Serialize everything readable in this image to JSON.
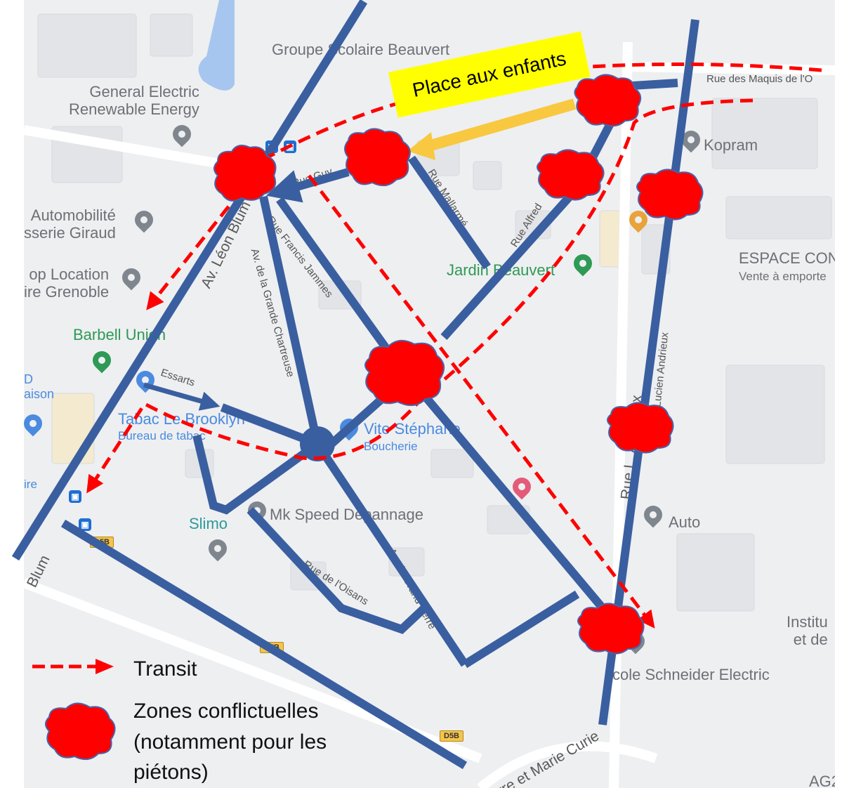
{
  "map": {
    "places": {
      "groupe_scolaire": "Groupe Scolaire Beauvert",
      "general_electric": "General Electric\nRenewable Energy",
      "kopram": "Kopram",
      "automobilite": "Automobilité\nsserie Giraud",
      "location": "op Location\nire Grenoble",
      "jardin": "Jardin Beauvert",
      "espace": "ESPACE CON",
      "espace_sub": "Vente à emporte",
      "barbell": "Barbell Union",
      "tabac": "Tabac Le Brooklyn",
      "tabac_sub": "Bureau de tabac",
      "vite": "Vite Stéphane",
      "vite_sub": "Boucherie",
      "mk": "Mk Speed Dépannage",
      "slimo": "Slimo",
      "auto": "Auto",
      "ecole": "cole Schneider Electric",
      "institu": "Institu\net de",
      "ag": "AG2",
      "d_maison": "D\naison",
      "ire": "ire"
    },
    "streets": {
      "maquis": "Rue des Maquis de l'O",
      "guy": "Rue Guy",
      "mallarme": "Rue Mallarmé",
      "alfred": "Rue Alfred",
      "leon_blum": "Av. Léon Blum",
      "blum": "Blum",
      "francis": "Rue Francis Jammes",
      "chartreuse": "Av. de la Grande Chartreuse",
      "essarts": "Essarts",
      "oisans": "Rue de l'Oisans",
      "grand_serre": "Av. du Grand Serre",
      "andrieux": "Rue L. Andrieux",
      "lucien": "Rue Lucien Andrieux",
      "marie_curie": "rre et Marie Curie"
    },
    "road_badges": [
      "D5B",
      "D5B",
      "D5B"
    ]
  },
  "banner": {
    "label": "Place aux enfants"
  },
  "legend": {
    "transit": "Transit",
    "zones": "Zones conflictuelles\n(notamment pour les\npiétons)"
  },
  "colors": {
    "road": "#3a5fa0",
    "transit": "#ff0000",
    "zone": "#ff0000",
    "banner": "#ffff00",
    "banner_arrow": "#f8c840"
  },
  "icons": [
    "bus-stop-icon",
    "map-pin-icon",
    "school-icon",
    "restaurant-icon",
    "park-icon",
    "shop-icon",
    "hotel-icon"
  ]
}
